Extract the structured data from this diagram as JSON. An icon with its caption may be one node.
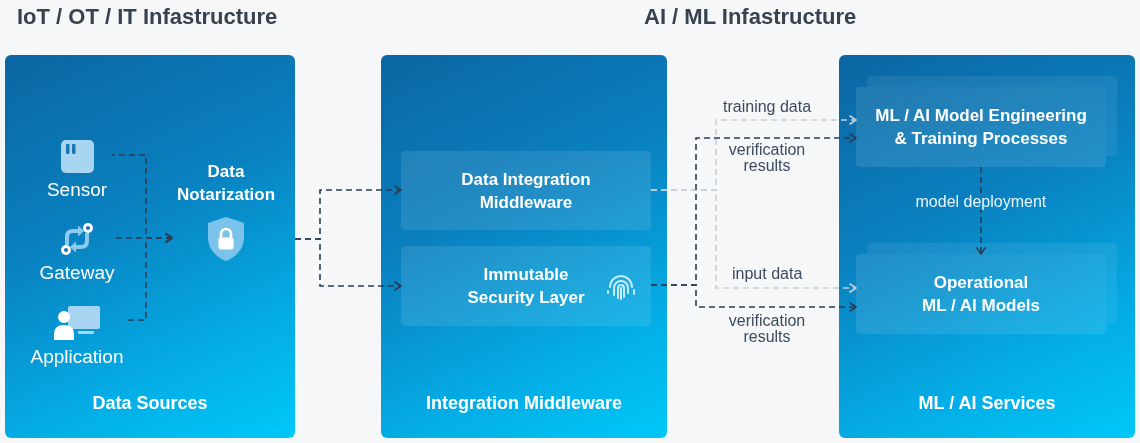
{
  "diagram": {
    "nodes": [
      {
        "text": [
          "Data Sources"
        ]
      },
      {
        "text": [
          "Sensor"
        ],
        "in": 0
      },
      {
        "text": [
          "Gateway"
        ],
        "in": 0
      },
      {
        "text": [
          "Application"
        ],
        "in": 0
      },
      {
        "text": [
          "Data Notarization"
        ],
        "in": 0
      },
      {
        "text": [
          "Integration Middleware"
        ]
      },
      {
        "text": [
          "Data Integration Middleware"
        ],
        "in": 5
      },
      {
        "text": [
          "Immutable Security Layer"
        ],
        "in": 5
      },
      {
        "text": [
          "ML / AI Services"
        ]
      },
      {
        "text": [
          "ML / AI Model Engineering & Training Processes"
        ],
        "in": 8
      },
      {
        "text": [
          "Operational ML / AI Models"
        ],
        "in": 8
      }
    ],
    "edges": [
      {
        "from": 1,
        "to": 4,
        "arrow": "to",
        "style": "dashed"
      },
      {
        "from": 2,
        "to": 4,
        "arrow": "to",
        "style": "dashed"
      },
      {
        "from": 3,
        "to": 4,
        "arrow": "to",
        "style": "dashed"
      },
      {
        "from": 0,
        "to": 6,
        "arrow": "to",
        "style": "dashed"
      },
      {
        "from": 0,
        "to": 7,
        "arrow": "to",
        "style": "dashed"
      },
      {
        "from": 6,
        "to": 9,
        "arrow": "to",
        "label": "training data",
        "style": "dashed",
        "color": "#c8ced6"
      },
      {
        "from": 6,
        "to": 10,
        "arrow": "to",
        "label": "input data",
        "style": "dashed",
        "color": "#c8ced6"
      },
      {
        "from": 7,
        "to": 9,
        "arrow": "to",
        "label": "verification results",
        "style": "dashed"
      },
      {
        "from": 7,
        "to": 10,
        "arrow": "to",
        "label": "verification results",
        "style": "dashed"
      },
      {
        "from": 9,
        "to": 10,
        "arrow": "to",
        "label": "model deployment",
        "style": "dashed"
      }
    ],
    "labels": [
      "IoT / OT / IT Infastructure",
      "AI / ML Infastructure"
    ]
  }
}
